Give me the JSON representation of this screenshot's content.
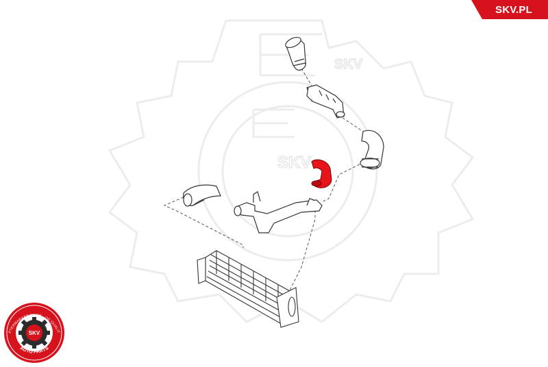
{
  "brand": {
    "tag_label": "SKV.PL",
    "accent_color": "#d6121d"
  },
  "watermark": {
    "text": "SKV",
    "color": "#e9e9e9"
  },
  "seal": {
    "ring_text_top": "AFTERMARKET PRICE · OE QUALITY",
    "center_text": "SKV",
    "bottom_text": "AUTO PARTS",
    "color": "#d6121d"
  },
  "diagram": {
    "highlighted_part_color": "#e8141c",
    "parts": [
      "intake-elbow-hose",
      "turbo-outlet-pipe",
      "upper-charge-hose",
      "charge-air-hose-highlighted",
      "lower-charge-hose",
      "intercooler-pipe",
      "intercooler"
    ]
  }
}
